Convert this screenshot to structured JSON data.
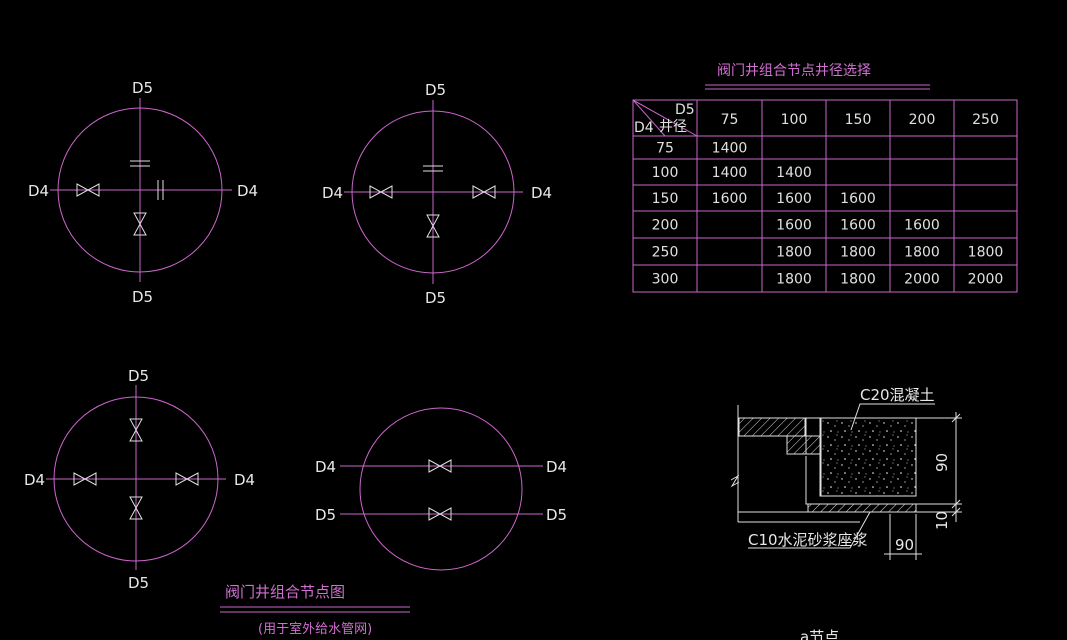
{
  "diagrams": {
    "d4": "D4",
    "d5": "D5"
  },
  "table": {
    "title": "阀门井组合节点井径选择",
    "corner_top": "D5",
    "corner_bottom_left": "D4",
    "corner_bottom_mid": "井径",
    "headers": [
      "75",
      "100",
      "150",
      "200",
      "250"
    ],
    "rows": [
      {
        "d4": "75",
        "cells": [
          "1400",
          "",
          "",
          "",
          ""
        ]
      },
      {
        "d4": "100",
        "cells": [
          "1400",
          "1400",
          "",
          "",
          ""
        ]
      },
      {
        "d4": "150",
        "cells": [
          "1600",
          "1600",
          "1600",
          "",
          ""
        ]
      },
      {
        "d4": "200",
        "cells": [
          "",
          "1600",
          "1600",
          "1600",
          ""
        ]
      },
      {
        "d4": "250",
        "cells": [
          "",
          "1800",
          "1800",
          "1800",
          "1800"
        ]
      },
      {
        "d4": "300",
        "cells": [
          "",
          "1800",
          "1800",
          "2000",
          "2000"
        ]
      }
    ]
  },
  "detail": {
    "top_label": "C20混凝土",
    "bottom_label": "C10水泥砂浆座浆",
    "dim_height": "90",
    "dim_base": "10",
    "dim_width": "90",
    "caption_partial": "a节点"
  },
  "caption": {
    "title": "阀门井组合节点图",
    "subtitle": "(用于室外给水管网)"
  }
}
